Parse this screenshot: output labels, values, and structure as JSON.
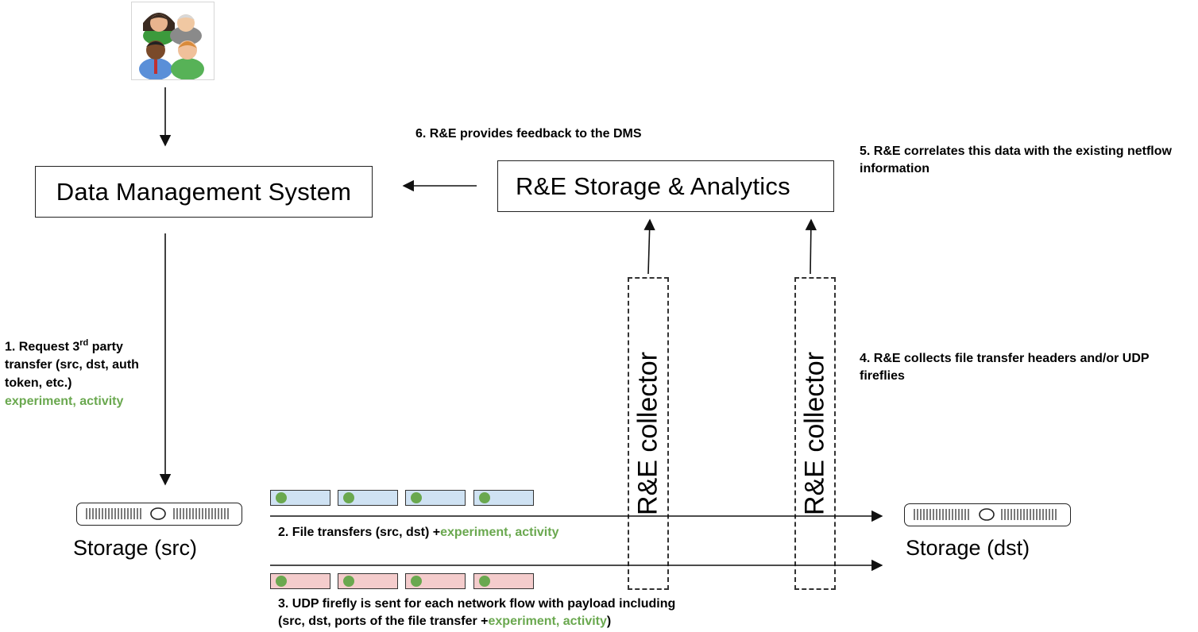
{
  "boxes": {
    "dms": "Data Management System",
    "analytics": "R&E Storage & Analytics"
  },
  "collectors": [
    "R&E collector",
    "R&E collector"
  ],
  "storage": {
    "src": "Storage (src)",
    "dst": "Storage (dst)"
  },
  "steps": {
    "step1": {
      "prefix": "1. Request 3",
      "sup": "rd",
      "suffix": " party transfer (src, dst, auth token, etc.)",
      "green": "experiment, activity"
    },
    "step2": {
      "text": "2. File transfers (src, dst) +",
      "green": "experiment, activity"
    },
    "step3": {
      "line1": "3. UDP firefly is sent for each network flow with payload including",
      "line2_prefix": "(src, dst, ports of the file transfer  +",
      "green": "experiment, activity",
      "line2_suffix": ")"
    },
    "step4": "4. R&E collects file transfer headers and/or UDP fireflies",
    "step5": "5. R&E correlates this data with the existing netflow information",
    "step6": "6. R&E provides feedback to the DMS"
  },
  "colors": {
    "green": "#6aa84f",
    "packet_blue": "#cfe2f3",
    "packet_red": "#f4cccc"
  },
  "icons": [
    "users-group-icon",
    "storage-server-icon"
  ]
}
